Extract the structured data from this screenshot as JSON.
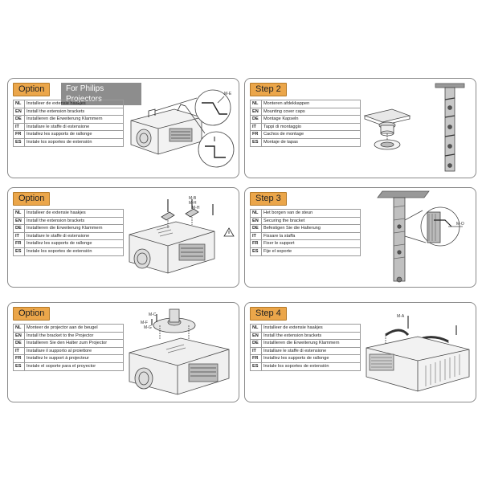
{
  "panels": [
    {
      "tag": "Option",
      "subtitle": "For Philips Projectors",
      "rows": [
        {
          "code": "NL",
          "text": "Installeer de extensie haakjes"
        },
        {
          "code": "EN",
          "text": "Install the extension brackets"
        },
        {
          "code": "DE",
          "text": "Installieren die Erweiterung Klammern"
        },
        {
          "code": "IT",
          "text": "Installare le staffe di estensione"
        },
        {
          "code": "FR",
          "text": "Installez les supports de rallonge"
        },
        {
          "code": "ES",
          "text": "Instale los soportes de extensión"
        }
      ],
      "labels": [
        "M-E"
      ]
    },
    {
      "tag": "Step 2",
      "rows": [
        {
          "code": "NL",
          "text": "Monteren afdekkappen"
        },
        {
          "code": "EN",
          "text": "Mounting cover caps"
        },
        {
          "code": "DE",
          "text": "Montage Kapseln"
        },
        {
          "code": "IT",
          "text": "Tappi di montaggio"
        },
        {
          "code": "FR",
          "text": "Cachos de montage"
        },
        {
          "code": "ES",
          "text": "Montaje de tapas"
        }
      ],
      "labels": []
    },
    {
      "tag": "Option",
      "rows": [
        {
          "code": "NL",
          "text": "Installeer de extensie haakjes"
        },
        {
          "code": "EN",
          "text": "Install the extension brackets"
        },
        {
          "code": "DE",
          "text": "Installieren die Erweiterung Klammern"
        },
        {
          "code": "IT",
          "text": "Installare le staffe di estensione"
        },
        {
          "code": "FR",
          "text": "Installez les supports de rallonge"
        },
        {
          "code": "ES",
          "text": "Instale los soportes de extensión"
        }
      ],
      "labels": [
        "M-B",
        "M-H",
        "M-H"
      ]
    },
    {
      "tag": "Step 3",
      "rows": [
        {
          "code": "NL",
          "text": "Het borgen van de steun"
        },
        {
          "code": "EN",
          "text": "Securing the bracket"
        },
        {
          "code": "DE",
          "text": "Befestigen Sie die Halterung"
        },
        {
          "code": "IT",
          "text": "Fissare la staffa"
        },
        {
          "code": "FR",
          "text": "Fixer le support"
        },
        {
          "code": "ES",
          "text": "Fije el soporte"
        }
      ],
      "labels": [
        "M-O"
      ]
    },
    {
      "tag": "Option",
      "rows": [
        {
          "code": "NL",
          "text": "Monteer de projector aan de beugel"
        },
        {
          "code": "EN",
          "text": "Install the bracket to the Projector"
        },
        {
          "code": "DE",
          "text": "Installieren Sie den Halter zum Projector"
        },
        {
          "code": "IT",
          "text": "Installare il supporto al proiettore"
        },
        {
          "code": "FR",
          "text": "Installez le support à projecteur"
        },
        {
          "code": "ES",
          "text": "Instale el soporte para el proyector"
        }
      ],
      "labels": [
        "M-C",
        "M-F",
        "M-G"
      ]
    },
    {
      "tag": "Step 4",
      "rows": [
        {
          "code": "NL",
          "text": "Installeer de extensie haakjes"
        },
        {
          "code": "EN",
          "text": "Install the extension brackets"
        },
        {
          "code": "DE",
          "text": "Installieren die Erweiterung Klammern"
        },
        {
          "code": "IT",
          "text": "Installare le staffe di estensione"
        },
        {
          "code": "FR",
          "text": "Installez les supports de rallonge"
        },
        {
          "code": "ES",
          "text": "Instale los soportes de extensión"
        }
      ],
      "labels": [
        "M-A"
      ]
    }
  ]
}
